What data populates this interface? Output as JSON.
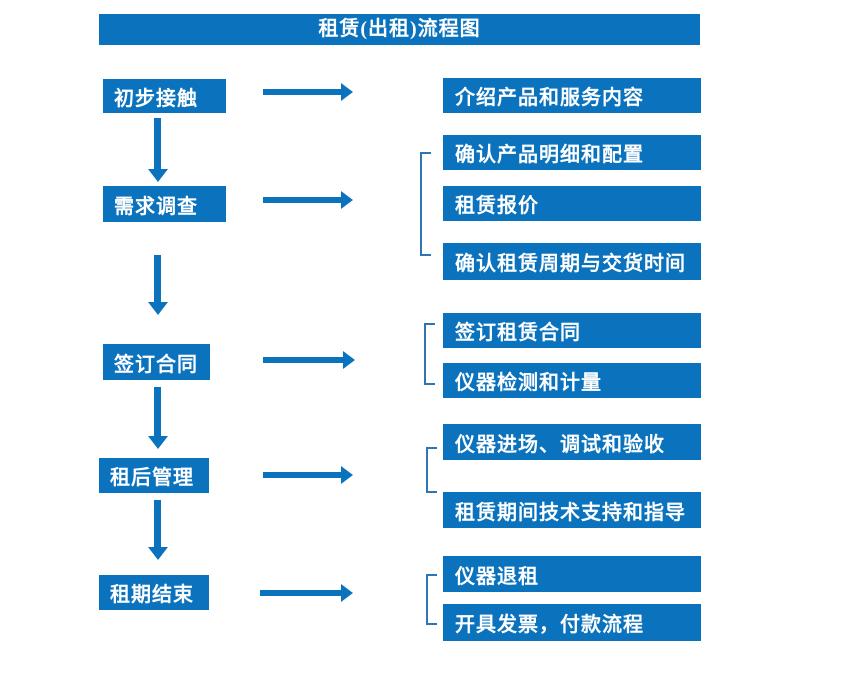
{
  "title": "租赁(出租)流程图",
  "colors": {
    "primary_blue": "#0b72be",
    "bracket_blue": "#2e75b6",
    "text_on_blue": "#ffffff",
    "background": "#ffffff"
  },
  "steps": [
    {
      "label": "初步接触",
      "details": [
        "介绍产品和服务内容"
      ]
    },
    {
      "label": "需求调查",
      "details": [
        "确认产品明细和配置",
        "租赁报价",
        "确认租赁周期与交货时间"
      ]
    },
    {
      "label": "签订合同",
      "details": [
        "签订租赁合同",
        "仪器检测和计量"
      ]
    },
    {
      "label": "租后管理",
      "details": [
        "仪器进场、调试和验收",
        "租赁期间技术支持和指导"
      ]
    },
    {
      "label": "租期结束",
      "details": [
        "仪器退租",
        "开具发票，付款流程"
      ]
    }
  ]
}
